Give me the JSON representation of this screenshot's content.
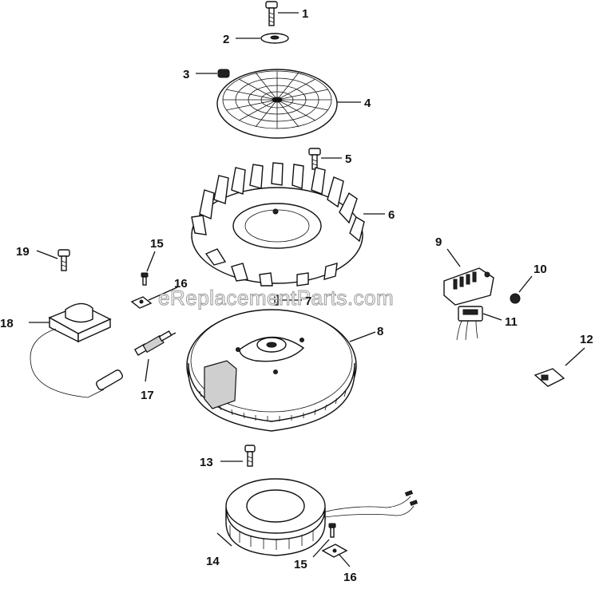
{
  "watermark": "eReplacementParts.com",
  "callouts": [
    "1",
    "2",
    "3",
    "4",
    "5",
    "6",
    "7",
    "8",
    "9",
    "10",
    "11",
    "12",
    "13",
    "14",
    "15",
    "16",
    "17",
    "18",
    "19",
    "15",
    "16"
  ],
  "colors": {
    "line": "#111111",
    "fill": "#ffffff",
    "shade": "#cfcfcf",
    "watermark": "#9a9a9a"
  }
}
